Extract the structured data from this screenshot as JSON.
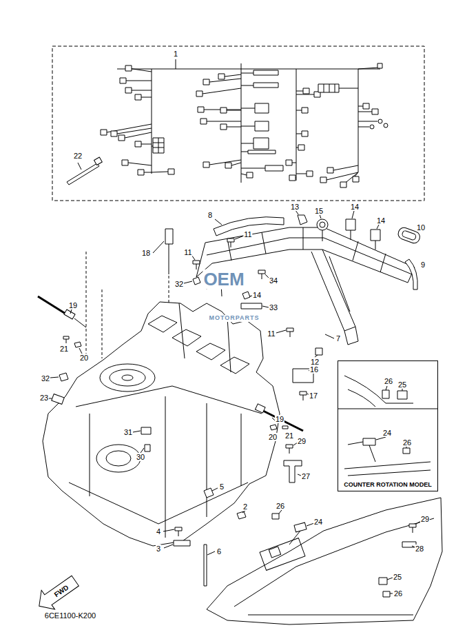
{
  "diagram": {
    "nodes": [
      {
        "text": [
          "COUNTER ROTATION MODEL"
        ]
      },
      {
        "text": [
          "FWD"
        ]
      }
    ],
    "labels": [
      "1",
      "22",
      "8",
      "13",
      "15",
      "14",
      "14",
      "11",
      "11",
      "18",
      "10",
      "9",
      "32",
      "34",
      "14",
      "33",
      "11",
      "7",
      "12",
      "19",
      "21",
      "20",
      "16",
      "17",
      "32",
      "23",
      "19",
      "20",
      "21",
      "31",
      "30",
      "29",
      "27",
      "5",
      "2",
      "26",
      "24",
      "4",
      "3",
      "6",
      "29",
      "28",
      "25",
      "26",
      "26",
      "25",
      "24",
      "26",
      "6CE1100-K200",
      "OEM",
      "MOTORPARTS"
    ]
  }
}
